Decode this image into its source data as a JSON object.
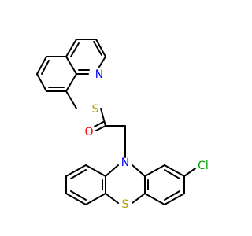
{
  "molecule": {
    "atoms": [
      {
        "symbol": "N",
        "color": "#0000ff"
      },
      {
        "symbol": "S",
        "color": "#b2a000"
      },
      {
        "symbol": "O",
        "color": "#ff0000"
      },
      {
        "symbol": "N",
        "color": "#0000ff"
      },
      {
        "symbol": "Cl",
        "color": "#00a000"
      },
      {
        "symbol": "S",
        "color": "#b2a000"
      }
    ]
  }
}
